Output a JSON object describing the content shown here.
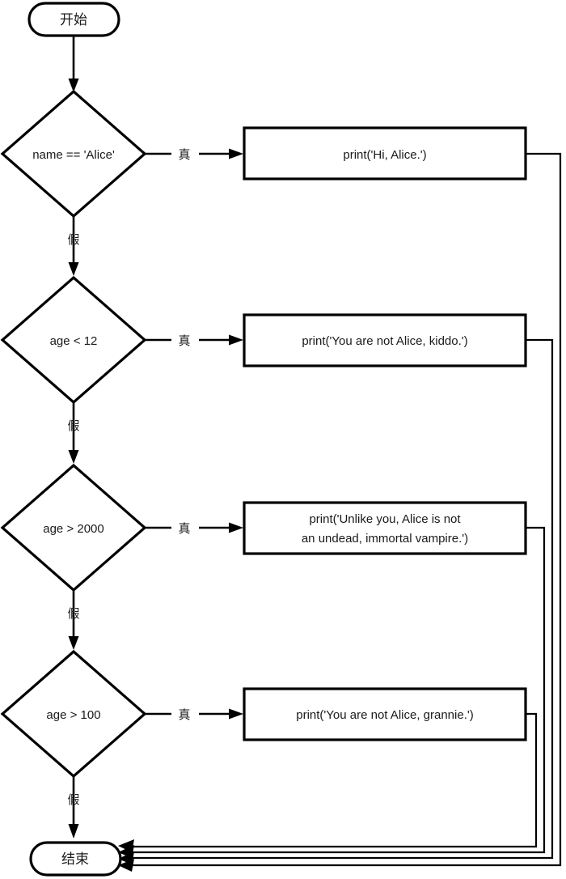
{
  "diagram": {
    "title_text": "",
    "type": "flowchart",
    "colors": {
      "background": "#ffffff",
      "node_fill": "#ffffff",
      "stroke": "#000000",
      "text": "#1a1a1a"
    },
    "nodes": {
      "start": {
        "label": "开始",
        "shape": "terminal"
      },
      "end": {
        "label": "结束",
        "shape": "terminal"
      },
      "decision_1": {
        "label": "name == 'Alice'",
        "shape": "decision"
      },
      "decision_2": {
        "label": "age < 12",
        "shape": "decision"
      },
      "decision_3": {
        "label": "age > 2000",
        "shape": "decision"
      },
      "decision_4": {
        "label": "age > 100",
        "shape": "decision"
      },
      "process_1": {
        "line1": "print('Hi, Alice.')",
        "line2": "",
        "shape": "process"
      },
      "process_2": {
        "line1": "print('You are not Alice, kiddo.')",
        "line2": "",
        "shape": "process"
      },
      "process_3": {
        "line1": "print('Unlike you, Alice is not",
        "line2": "an undead, immortal vampire.')",
        "shape": "process"
      },
      "process_4": {
        "line1": "print('You are not Alice, grannie.')",
        "line2": "",
        "shape": "process"
      }
    },
    "edge_labels": {
      "true_1": "真",
      "true_2": "真",
      "true_3": "真",
      "true_4": "真",
      "false_1": "假",
      "false_2": "假",
      "false_3": "假",
      "false_4": "假"
    }
  }
}
